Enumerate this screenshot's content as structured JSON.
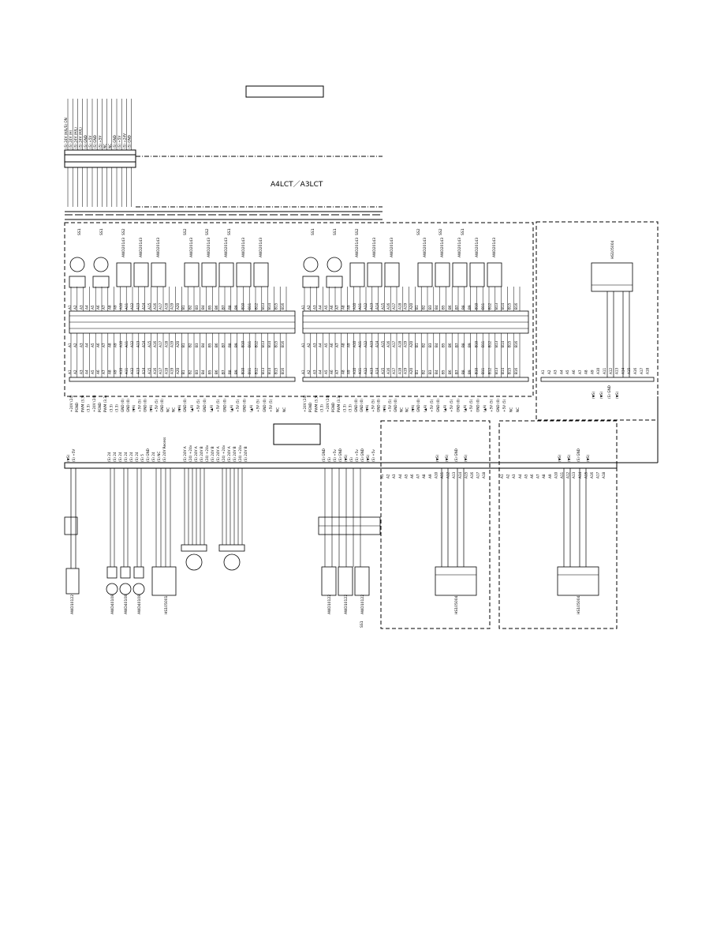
{
  "diagram": {
    "title_box": "",
    "unit_label": "A4LCT／A3LCT",
    "page_number": "",
    "sub_label": "",
    "connector_signals": [
      "(S) 24V (H/L/S) ON",
      "(S) 24V (H)",
      "(S) 24V (H/L)",
      "(S) 24V (H/L)",
      "(S) GND",
      "(S) +5V",
      "(S) GND",
      "(S) +5V",
      "NC",
      "NC",
      "(S) GND",
      "(S) +5V",
      "(S) +24V",
      "(S) GND"
    ],
    "left_modules": [
      {
        "fans": [
          "fan",
          "fan"
        ],
        "motors": [
          "AWD20143",
          "AWD20143",
          "AWD20143"
        ],
        "motors2": [
          "AWD20143",
          "AWD20143",
          "AWD20143",
          "AWD20143",
          "AWD20143"
        ],
        "sw": [
          "SS1",
          "SS1",
          "SS2",
          "SS2",
          "SS2",
          "SS1"
        ]
      },
      {
        "fans": [
          "fan",
          "fan"
        ],
        "motors": [
          "AWD20143",
          "AWD20143",
          "AWD20143"
        ],
        "motors2": [
          "AWD20143",
          "AWD20143",
          "AWD20143",
          "AWD20143",
          "AWD20143"
        ],
        "sw": [
          "SS1",
          "SS1",
          "SS2",
          "SS2",
          "SS2",
          "SS1"
        ]
      }
    ],
    "right_module_label": "HS105004",
    "bottom_parts": {
      "left_sensor": "AWD10122",
      "sensors": [
        "AWD40108",
        "AWD40108",
        "AWD40108"
      ],
      "switch": "HS105001",
      "right_sensors": [
        "AWD10122",
        "AWD10122",
        "AWD10122"
      ],
      "box1": "HS105004",
      "box2": "HS105004",
      "ss_label": "SS1"
    },
    "top_pin_labels": [
      "A1",
      "A2",
      "A3",
      "A4",
      "A5",
      "A6",
      "A7",
      "A8",
      "A9",
      "A10",
      "A11",
      "A12",
      "A13",
      "A14",
      "A15",
      "A16",
      "A17",
      "A18",
      "A19",
      "A20"
    ],
    "b_pin_labels": [
      "B1",
      "B2",
      "B3",
      "B4",
      "B5",
      "B6",
      "B7",
      "B8",
      "B9",
      "B10",
      "B11",
      "B12",
      "B13",
      "B14",
      "B15",
      "B16"
    ],
    "signal_a": [
      "+24V (24)",
      "PGND",
      "PWM (3.3)",
      "(3.3)",
      "+24V (24)",
      "PGND",
      "PWM (3.3)",
      "(3.3)",
      "(3.3)",
      "GND (0)",
      "GND (0)",
      "(▼A)",
      "+5V (5)",
      "GND (0)",
      "(▼A)",
      "+5V (5)",
      "GND (0)",
      "NC",
      "NC",
      "(▼A)"
    ],
    "signal_b": [
      "GND (0)",
      "(▲A)",
      "+5V (5)",
      "GND (0)",
      "(▲A)",
      "+5V (5)",
      "GND (0)",
      "(▲A)",
      "+5V (5)",
      "GND (0)",
      "(▲A)",
      "+5V (5)",
      "GND (0)",
      "+5V (5)",
      "NC",
      "NC"
    ],
    "bottom_signals_left": [
      "(▼S)",
      "(S) +5V"
    ],
    "bottom_signals_mid": [
      "(S) 24",
      "(S) 24",
      "(S) 24",
      "(S) 24",
      "(S) 24",
      "(S) 24",
      "(S) 5",
      "(S) GND",
      "(S) 24",
      "(S) NC",
      "(S) 24V Recess"
    ],
    "bottom_signals_motor": [
      "(S) 24V A",
      "(24) +24v",
      "(S) 24V A",
      "(S) 24V B",
      "(24) +24v",
      "(S) 24V B",
      "(S) 24V A",
      "(24) +24v",
      "(S) 24V A",
      "(S) 24V B",
      "(24) +24v",
      "(S) 24V B"
    ],
    "bottom_signals_right": [
      "(S) GND",
      "(S)",
      "(S) +5v",
      "(S) GND",
      "(▼S)",
      "(S)",
      "(S) +5v",
      "(S) GND",
      "(▼S)",
      "(S) +5v"
    ],
    "box_signals": [
      "(▼S)",
      "(▼S)",
      "(S) GND",
      "(▼S)"
    ]
  }
}
